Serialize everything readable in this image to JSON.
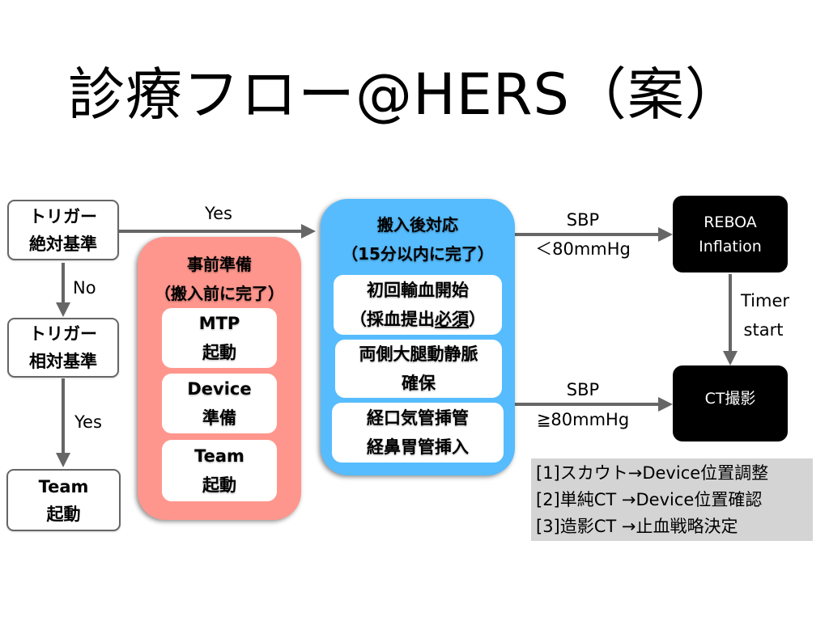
{
  "title": "診療フロー@HERS（案）",
  "colors": {
    "prep_panel": "#ff968d",
    "post_panel": "#56bcfd",
    "arrow": "#666666",
    "notes_bg": "#d4d4d4",
    "black_box": "#000000"
  },
  "left_flow": {
    "trigger_absolute": {
      "line1": "トリガー",
      "line2": "絶対基準"
    },
    "trigger_relative": {
      "line1": "トリガー",
      "line2": "相対基準"
    },
    "team_activation": {
      "line1": "Team",
      "line2": "起動"
    },
    "edge_no": "No",
    "edge_yes_down": "Yes",
    "edge_yes_right": "Yes"
  },
  "prep_panel": {
    "heading": "事前準備",
    "subheading": "（搬入前に完了）",
    "items": [
      {
        "line1": "MTP",
        "line2": "起動"
      },
      {
        "line1": "Device",
        "line2": "準備"
      },
      {
        "line1": "Team",
        "line2": "起動"
      }
    ]
  },
  "post_panel": {
    "heading": "搬入後対応",
    "subheading": "（15分以内に完了）",
    "items": [
      {
        "line1": "初回輸血開始",
        "line2_prefix": "（採血提出",
        "line2_underlined": "必須",
        "line2_suffix": "）"
      },
      {
        "line1": "両側大腿動静脈",
        "line2": "確保"
      },
      {
        "line1": "経口気管挿管",
        "line2": "経鼻胃管挿入"
      }
    ]
  },
  "right_flow": {
    "reboa": {
      "line1": "REBOA",
      "line2": "Inflation"
    },
    "ct": {
      "label": "CT撮影"
    },
    "edge_low_sbp": {
      "line1": "SBP",
      "line2": "＜80mmHg"
    },
    "edge_high_sbp": {
      "line1": "SBP",
      "line2": "≧80mmHg"
    },
    "edge_timer": {
      "line1": "Timer",
      "line2": "start"
    }
  },
  "notes": [
    "[1]スカウト→Device位置調整",
    "[2]単純CT →Device位置確認",
    "[3]造影CT →止血戦略決定"
  ]
}
